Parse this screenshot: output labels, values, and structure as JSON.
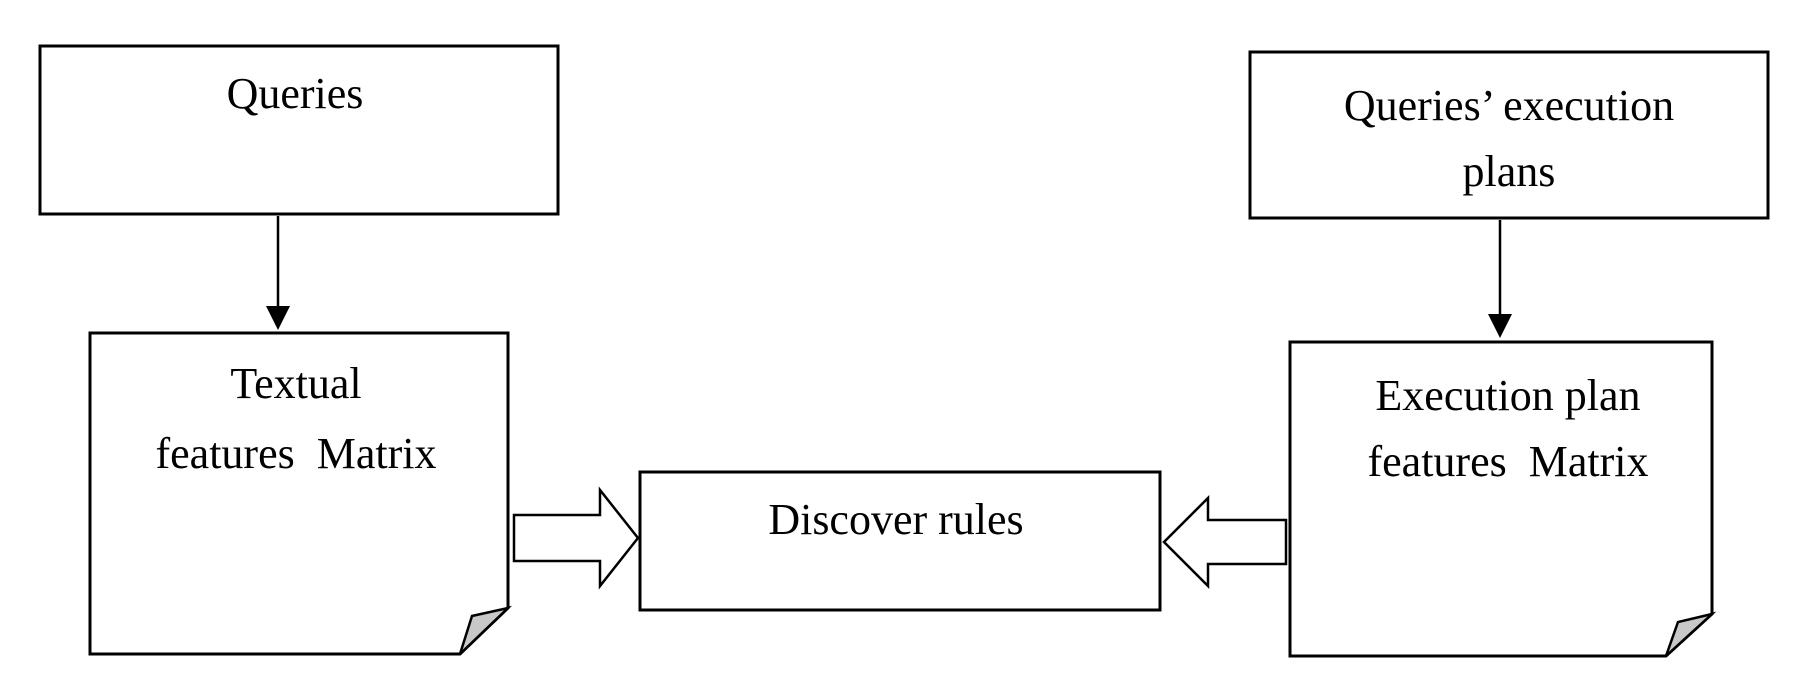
{
  "diagram": {
    "queries": {
      "label": "Queries"
    },
    "execution_plans": {
      "line1": "Queries’ execution",
      "line2": "plans"
    },
    "textual_matrix": {
      "line1": "Textual",
      "line2": "features  Matrix"
    },
    "execution_matrix": {
      "line1": "Execution plan",
      "line2": "features  Matrix"
    },
    "discover_rules": {
      "label": "Discover rules"
    }
  },
  "colors": {
    "stroke": "#000000",
    "fold": "#c8c8c8",
    "background": "#ffffff"
  }
}
